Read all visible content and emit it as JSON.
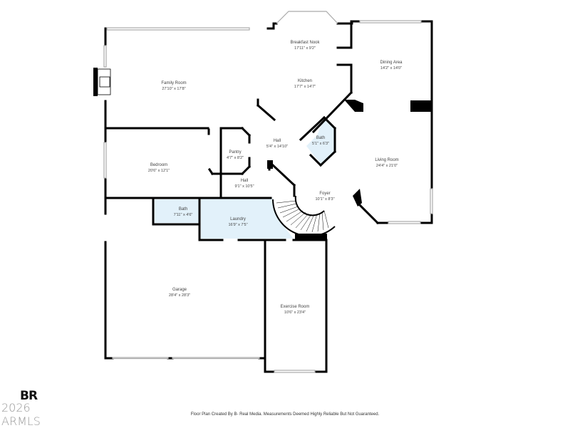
{
  "rooms": [
    {
      "name": "Family Room",
      "dims": "27'10\" x 17'8\""
    },
    {
      "name": "Breakfast Nook",
      "dims": "17'11\" x 9'2\""
    },
    {
      "name": "Kitchen",
      "dims": "17'7\" x 14'7\""
    },
    {
      "name": "Dining Area",
      "dims": "14'2\" x 14'0\""
    },
    {
      "name": "Bedroom",
      "dims": "20'6\" x 12'1\""
    },
    {
      "name": "Pantry",
      "dims": "4'7\" x 8'2\""
    },
    {
      "name": "Hall",
      "dims": "5'4\" x 14'10\""
    },
    {
      "name": "Bath",
      "dims": "5'1\" x 6'3\""
    },
    {
      "name": "Living Room",
      "dims": "24'4\" x 21'0\""
    },
    {
      "name": "Hall",
      "dims": "9'1\" x 10'5\""
    },
    {
      "name": "Bath",
      "dims": "7'11\" x 4'6\""
    },
    {
      "name": "Laundry",
      "dims": "16'9\" x 7'5\""
    },
    {
      "name": "Foyer",
      "dims": "10'1\" x 8'3\""
    },
    {
      "name": "Garage",
      "dims": "28'4\" x 28'3\""
    },
    {
      "name": "Exercise Room",
      "dims": "10'6\" x 23'4\""
    }
  ],
  "branding": {
    "logo": "BR",
    "copyright": "2026 ARMLS"
  },
  "footer": {
    "disclaimer": "Floor Plan Created By B- Real Media. Measurements Deemed Highly Reliable But Not Guaranteed."
  },
  "colors": {
    "wall": "#000000",
    "wet_room_fill": "#e2f1fa",
    "window": "#bbbbbb",
    "text": "#444444"
  }
}
